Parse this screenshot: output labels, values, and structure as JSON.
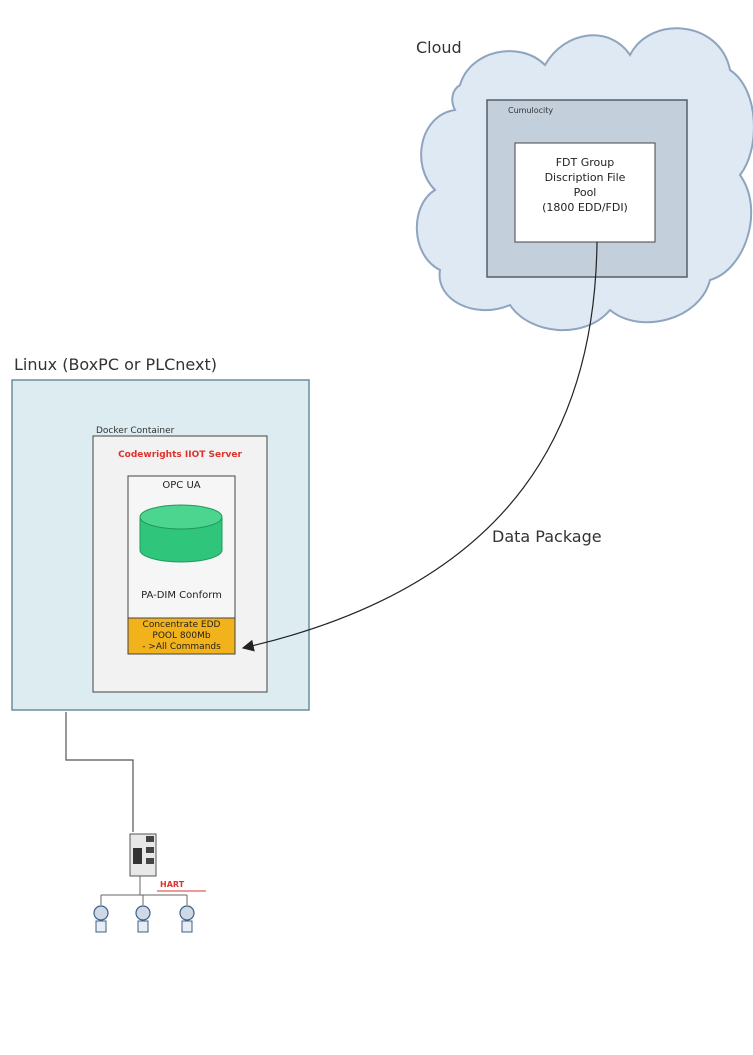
{
  "cloud": {
    "title": "Cloud",
    "platform_label": "Cumulocity",
    "pool_lines": [
      "FDT Group",
      "Discription File",
      "Pool",
      "(1800 EDD/FDI)"
    ]
  },
  "edge": {
    "title": "Linux (BoxPC or PLCnext)",
    "container_label": "Docker Container",
    "server_label": "Codewrights IIOT Server",
    "opcua_label": "OPC UA",
    "conform_label": "PA-DIM Conform",
    "concentrate_lines": [
      "Concentrate EDD",
      "POOL 800Mb",
      "- >All Commands"
    ]
  },
  "connection": {
    "label": "Data Package"
  },
  "field": {
    "protocol_logo": "HART"
  },
  "colors": {
    "edge_bg": "#dcecf1",
    "edge_border": "#6a8fa0",
    "cloud_fill": "#dfe9f4",
    "cloud_stroke": "#8ea4bf",
    "platform_fill": "#c4cfdc",
    "platform_border": "#555f6b",
    "db_fill": "#2fc67b",
    "db_top": "#4bd58f",
    "concentrate_bg": "#f2b21b",
    "server_text": "#e0322c",
    "hart_red": "#e0322c"
  },
  "icons": [
    "cloud-shape",
    "database-cylinder",
    "gateway-device-icon",
    "field-device-icon"
  ]
}
